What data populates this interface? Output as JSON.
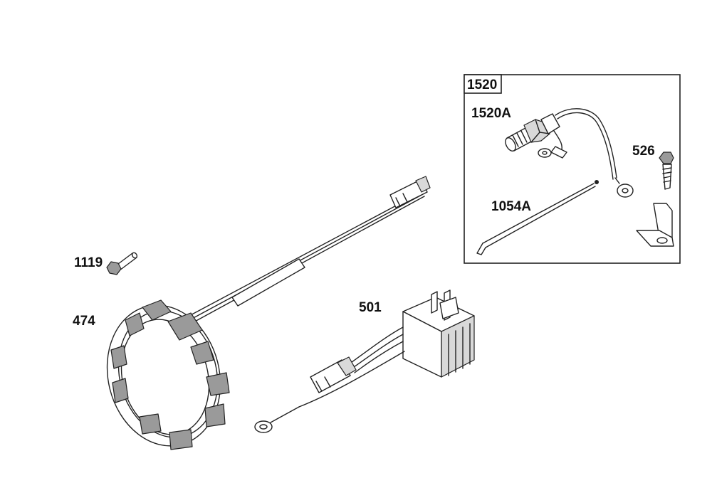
{
  "callouts": {
    "p1520": "1520",
    "p1520A": "1520A",
    "p526": "526",
    "p1054A": "1054A",
    "p1119": "1119",
    "p474": "474",
    "p501": "501"
  }
}
